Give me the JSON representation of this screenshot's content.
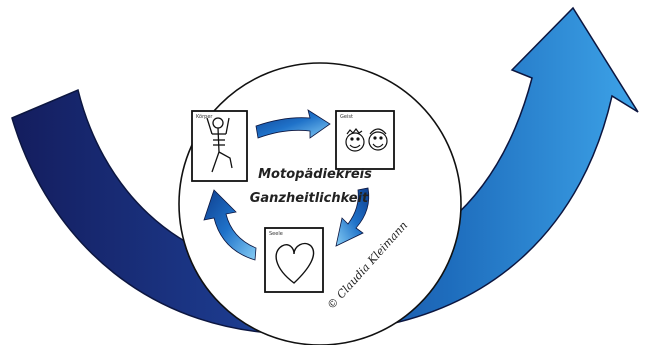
{
  "diagram": {
    "title_line1": "Motopädiekreis",
    "title_line2": "Ganzheitlichkeit",
    "nodes": [
      {
        "id": "koerper",
        "label": "Körper",
        "icon": "stick-figure-icon"
      },
      {
        "id": "geist",
        "label": "Geist",
        "icon": "smiling-faces-icon"
      },
      {
        "id": "seele",
        "label": "Seele",
        "icon": "heart-icon"
      }
    ],
    "copyright": "© Claudia Kleimann"
  },
  "colors": {
    "arrow_dark": "#1a2a6e",
    "arrow_mid": "#1f6fc0",
    "arrow_light": "#7cc4f2",
    "frame": "#111111"
  }
}
